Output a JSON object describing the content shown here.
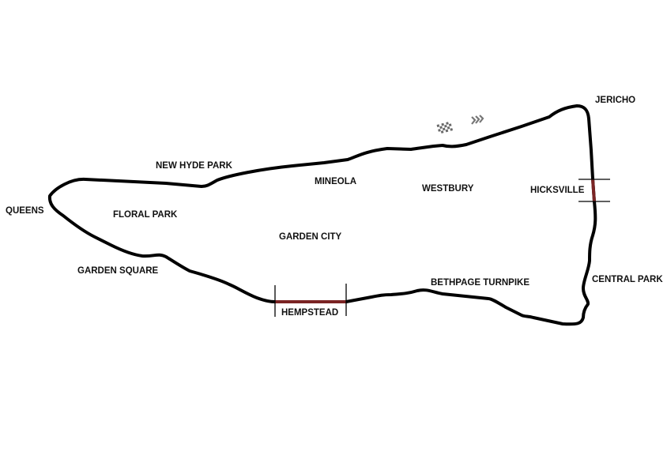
{
  "colors": {
    "track": "#000000",
    "highlight": "#7a2424"
  },
  "icons": [
    "checkered-flag-icon",
    "direction-chevrons-icon"
  ],
  "labels": {
    "jericho": "JERICHO",
    "new_hyde_park": "NEW HYDE PARK",
    "mineola": "MINEOLA",
    "westbury": "WESTBURY",
    "hicksville": "HICKSVILLE",
    "queens": "QUEENS",
    "floral_park": "FLORAL PARK",
    "garden_city": "GARDEN CITY",
    "garden_square": "GARDEN SQUARE",
    "bethpage_turnpike": "BETHPAGE TURNPIKE",
    "central_park": "CENTRAL PARK",
    "hempstead": "HEMPSTEAD"
  }
}
